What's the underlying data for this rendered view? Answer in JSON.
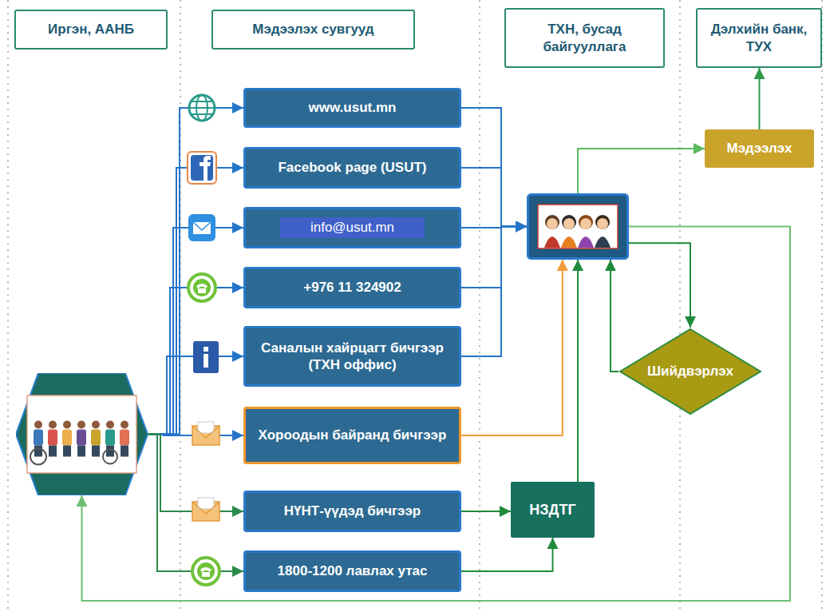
{
  "diagram": {
    "nodes": [
      {
        "text": [
          "Иргэн, ААНБ"
        ]
      },
      {
        "text": [
          "Мэдээлэх сувгууд"
        ]
      },
      {
        "text": [
          "ТХН, бусад байгууллага"
        ]
      },
      {
        "text": [
          "Дэлхийн банк, ТУХ"
        ]
      },
      {
        "text": []
      },
      {
        "text": [
          "www.usut.mn"
        ]
      },
      {
        "text": [
          "Facebook page (USUT)"
        ]
      },
      {
        "text": [
          "info@usut.mn"
        ]
      },
      {
        "text": [
          "+976 11 324902"
        ]
      },
      {
        "text": [
          "Саналын хайрцагт бичгээр (ТХН оффис)"
        ]
      },
      {
        "text": [
          "Хороодын байранд бичгээр"
        ]
      },
      {
        "text": [
          "НҮНТ-үүдэд бичгээр"
        ]
      },
      {
        "text": [
          "1800-1200 лавлах утас"
        ]
      },
      {
        "text": []
      },
      {
        "text": [
          "НЗДТГ"
        ]
      },
      {
        "text": [
          "Мэдээлэх"
        ]
      },
      {
        "text": [
          "Шийдвэрлэх"
        ]
      }
    ],
    "edges": [
      {
        "from": 4,
        "to": 5,
        "arrow": "to"
      },
      {
        "from": 4,
        "to": 6,
        "arrow": "to"
      },
      {
        "from": 4,
        "to": 7,
        "arrow": "to"
      },
      {
        "from": 4,
        "to": 8,
        "arrow": "to"
      },
      {
        "from": 4,
        "to": 9,
        "arrow": "to"
      },
      {
        "from": 4,
        "to": 10,
        "arrow": "to"
      },
      {
        "from": 4,
        "to": 11,
        "arrow": "to"
      },
      {
        "from": 4,
        "to": 12,
        "arrow": "to"
      },
      {
        "from": 5,
        "to": 13,
        "arrow": "to"
      },
      {
        "from": 6,
        "to": 13,
        "arrow": "to"
      },
      {
        "from": 7,
        "to": 13,
        "arrow": "to"
      },
      {
        "from": 8,
        "to": 13,
        "arrow": "to"
      },
      {
        "from": 9,
        "to": 13,
        "arrow": "to"
      },
      {
        "from": 10,
        "to": 13,
        "arrow": "to"
      },
      {
        "from": 11,
        "to": 14,
        "arrow": "to"
      },
      {
        "from": 12,
        "to": 14,
        "arrow": "to"
      },
      {
        "from": 14,
        "to": 13,
        "arrow": "to"
      },
      {
        "from": 13,
        "to": 15,
        "arrow": "to"
      },
      {
        "from": 15,
        "to": 3,
        "arrow": "to"
      },
      {
        "from": 13,
        "to": 16,
        "arrow": "to"
      },
      {
        "from": 16,
        "to": 13,
        "arrow": "to"
      },
      {
        "from": 13,
        "to": 4,
        "arrow": "to"
      }
    ]
  }
}
